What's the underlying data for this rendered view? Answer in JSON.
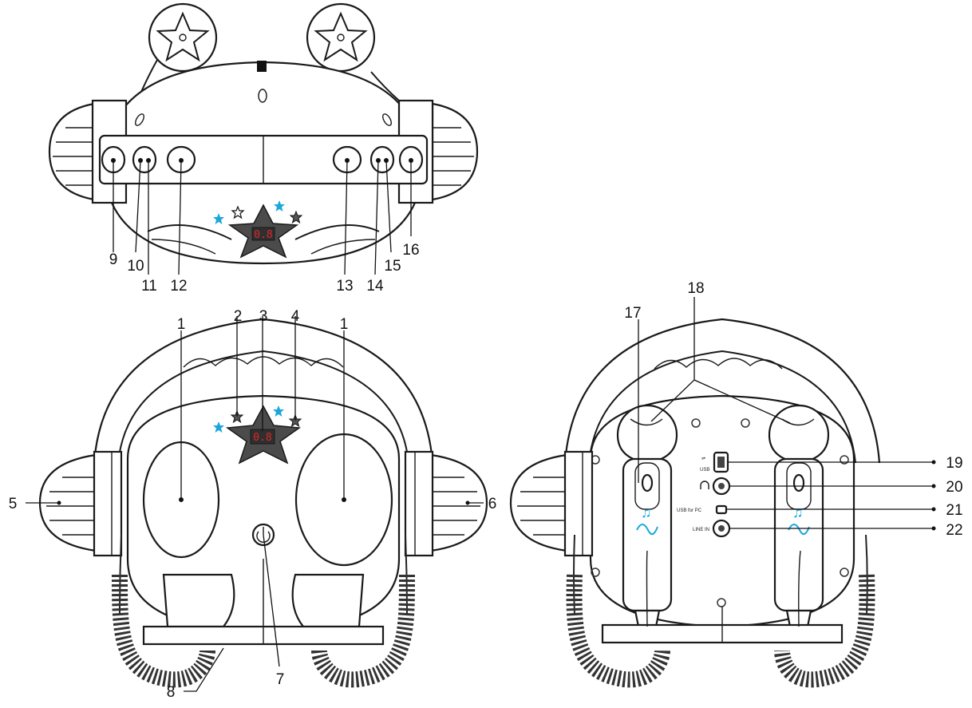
{
  "display_value": "0.8",
  "port_labels": {
    "usb": "USB",
    "usb_pc": "USB for PC",
    "line_in": "LINE IN"
  },
  "callouts": {
    "c9": "9",
    "c10": "10",
    "c11": "11",
    "c12": "12",
    "c13": "13",
    "c14": "14",
    "c15": "15",
    "c16": "16",
    "c1a": "1",
    "c1b": "1",
    "c2": "2",
    "c3": "3",
    "c4": "4",
    "c5": "5",
    "c6": "6",
    "c7": "7",
    "c8": "8",
    "c17": "17",
    "c18": "18",
    "c19": "19",
    "c20": "20",
    "c21": "21",
    "c22": "22"
  },
  "colors": {
    "outline": "#1a1a1a",
    "star_panel": "#4b4b4b",
    "display_digits": "#e0262a",
    "accent_star": "#1aa7dc"
  }
}
